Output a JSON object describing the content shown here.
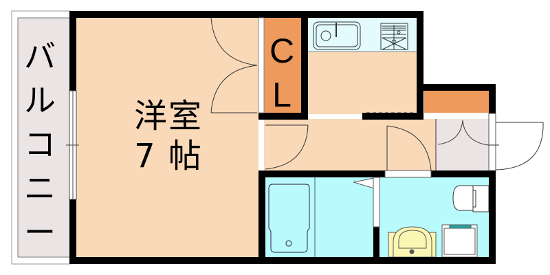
{
  "floorplan": {
    "balcony": {
      "label": "バルコニー",
      "chars": [
        "バ",
        "ル",
        "コ",
        "ニ",
        "ー"
      ]
    },
    "western_room": {
      "name": "洋室",
      "size": "7帖",
      "size_number": "7",
      "size_unit": "帖"
    },
    "closet": {
      "label": "CL",
      "chars": [
        "C",
        "L"
      ]
    },
    "kitchen": {
      "fixtures": [
        "sink",
        "stove"
      ]
    },
    "bathroom": {
      "fixtures": [
        "bathtub"
      ]
    },
    "toilet_washroom": {
      "fixtures": [
        "toilet",
        "wash-basin",
        "washing-machine-space"
      ]
    },
    "entrance": {
      "fixtures": [
        "shoe-cabinet"
      ]
    }
  },
  "colors": {
    "room_floor": "#f9d9b8",
    "closet": "#ee9a5c",
    "wet_area": "#b9fbfd",
    "kitchen_counter": "#e3fbfd",
    "balcony": "#ebe4e4",
    "entrance": "#ebe4e4",
    "wall": "#000000",
    "basin": "#fbf6b4",
    "washer_accent": "#27a5a5"
  }
}
